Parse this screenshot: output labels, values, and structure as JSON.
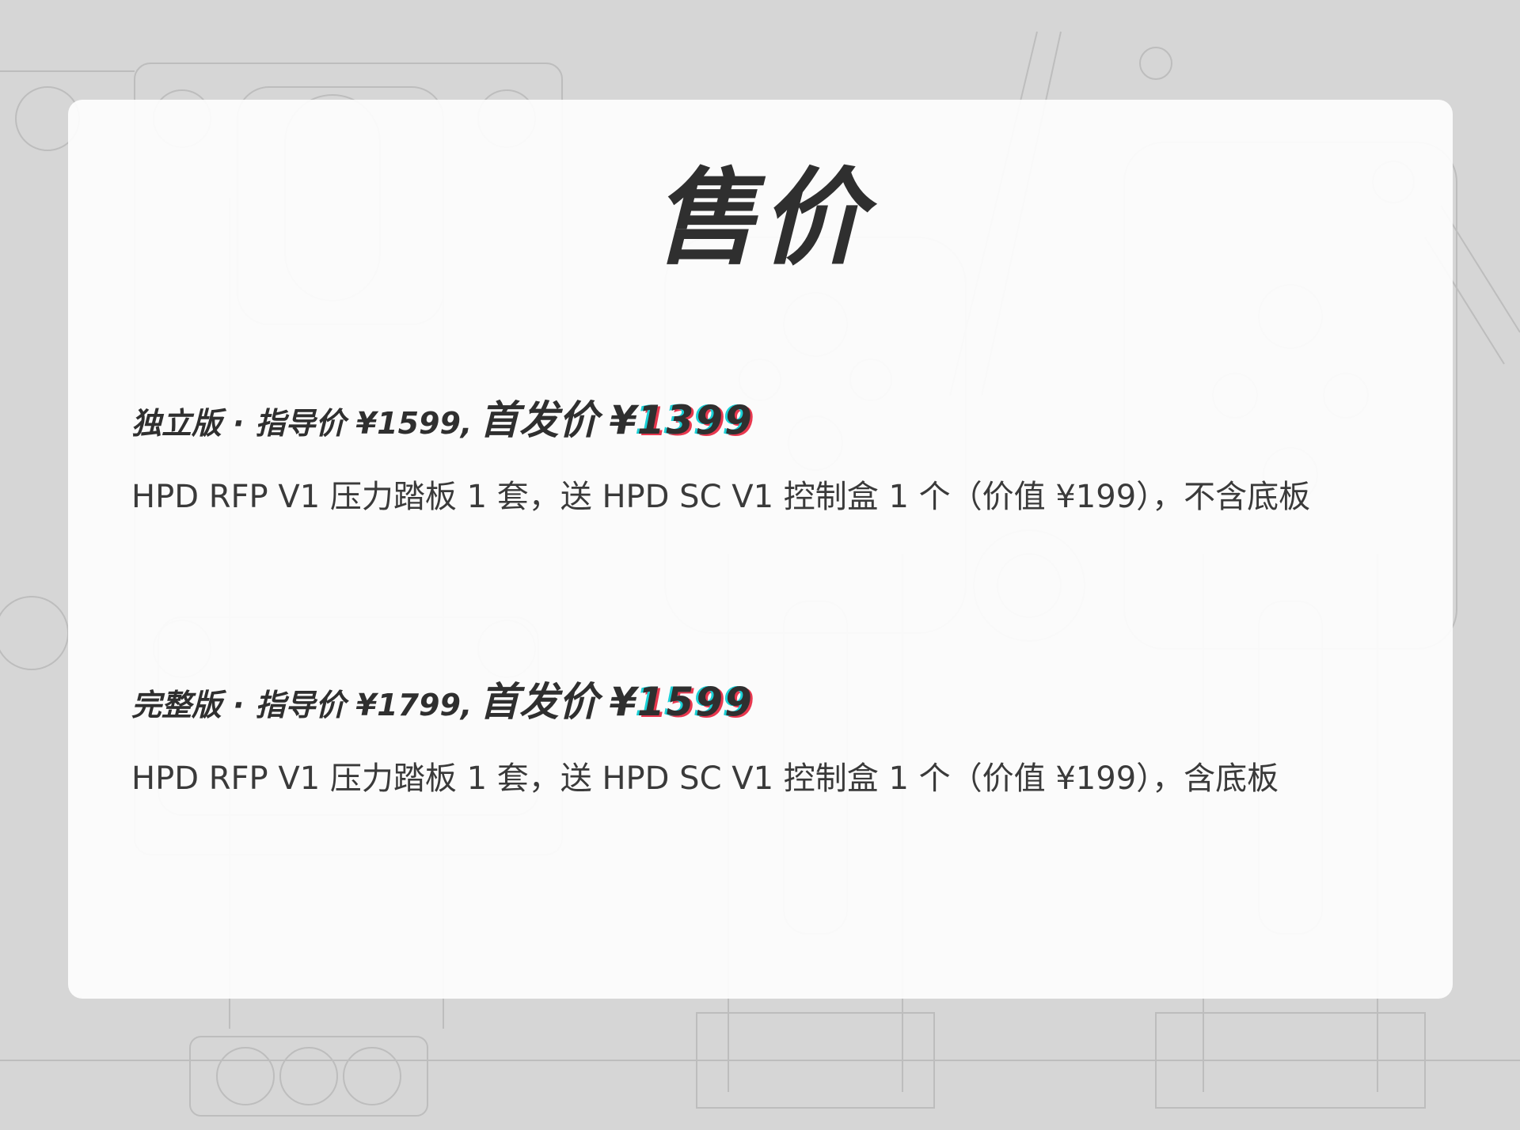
{
  "page": {
    "title": "售价",
    "colors": {
      "background": "#d6d6d6",
      "card": "#ffffff",
      "text": "#2f2f2f",
      "accent_cyan": "#19d0d6",
      "accent_red": "#e8384f"
    },
    "background_icon": "pedal-blueprint-illustration"
  },
  "editions": [
    {
      "name": "独立版",
      "separator": "·",
      "guide_price": "指导价 ¥1599,",
      "launch_label": "首发价",
      "launch_currency": "¥",
      "launch_price": "1399",
      "description": "HPD RFP V1 压力踏板 1 套，送 HPD SC V1 控制盒 1 个（价值 ¥199），不含底板"
    },
    {
      "name": "完整版",
      "separator": "·",
      "guide_price": "指导价 ¥1799,",
      "launch_label": "首发价",
      "launch_currency": "¥",
      "launch_price": "1599",
      "description": "HPD RFP V1 压力踏板 1 套，送 HPD SC V1 控制盒 1 个（价值 ¥199），含底板"
    }
  ]
}
